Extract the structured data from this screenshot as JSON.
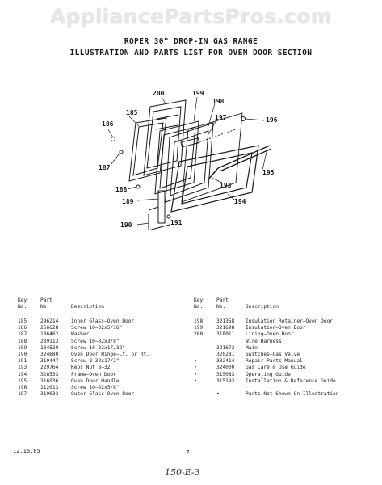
{
  "watermark": "AppliancePartsPros.com",
  "header": {
    "title_line1": "ROPER 30\" DROP-IN GAS RANGE",
    "title_line2": "ILLUSTRATION AND PARTS LIST FOR OVEN DOOR SECTION"
  },
  "callouts": [
    "200",
    "199",
    "198",
    "185",
    "186",
    "197",
    "196",
    "187",
    "195",
    "188",
    "193",
    "189",
    "194",
    "190",
    "191"
  ],
  "table": {
    "left_header": {
      "key": "Key",
      "key2": "No.",
      "part": "Part",
      "part2": "No.",
      "desc": "Description"
    },
    "right_header": {
      "key": "Key",
      "key2": "No.",
      "part": "Part",
      "part2": "No.",
      "desc": "Description"
    },
    "left_rows": [
      {
        "key": "185",
        "part": "296214",
        "desc": "Inner Glass—Oven Door"
      },
      {
        "key": "186",
        "part": "266628",
        "desc": "Screw 10—32x5/16\""
      },
      {
        "key": "187",
        "part": "106462",
        "desc": "Washer"
      },
      {
        "key": "188",
        "part": "239113",
        "desc": "Screw 10—32x3/8\""
      },
      {
        "key": "189",
        "part": "104520",
        "desc": "Screw 10—32x17/32\""
      },
      {
        "key": "190",
        "part": "324680",
        "desc": "Oven Door Hinge—Lt. or Rt."
      },
      {
        "key": "191",
        "part": "319447",
        "desc": "Screw 8—32x17/2\""
      },
      {
        "key": "193",
        "part": "229764",
        "desc": "Keps Nut 8—32"
      },
      {
        "key": "194",
        "part": "328533",
        "desc": "Frame—Oven Door"
      },
      {
        "key": "195",
        "part": "316936",
        "desc": "Oven Door Handle"
      },
      {
        "key": "196",
        "part": "112013",
        "desc": "Screw 10—32x5/8\""
      },
      {
        "key": "197",
        "part": "319033",
        "desc": "Outer Glass—Oven Door"
      }
    ],
    "right_rows": [
      {
        "key": "198",
        "part": "321358",
        "desc": "Insulation Retainer—Oven Door"
      },
      {
        "key": "199",
        "part": "321698",
        "desc": "Insulation—Oven Door"
      },
      {
        "key": "200",
        "part": "318011",
        "desc": "Lining—Oven Door"
      },
      {
        "key": "",
        "part": "",
        "desc": "Wire Harness"
      },
      {
        "key": "",
        "part": "321672",
        "desc": "   Main"
      },
      {
        "key": "",
        "part": "320281",
        "desc": "   Switches—Gas Valve"
      },
      {
        "key": "•",
        "part": "332414",
        "desc": "Repair Parts Manual"
      },
      {
        "key": "•",
        "part": "324000",
        "desc": "Gas Care & Use Guide"
      },
      {
        "key": "•",
        "part": "315083",
        "desc": "Operating Guide"
      },
      {
        "key": "•",
        "part": "315193",
        "desc": "Installation & Reference Guide"
      },
      {
        "key": "",
        "part": "",
        "desc": ""
      },
      {
        "key": "",
        "part": "•",
        "desc": "Parts Not Shown On Illustration"
      }
    ]
  },
  "footer": {
    "date": "12.16.85",
    "page": "—7—",
    "handwritten": "150-E-3"
  }
}
